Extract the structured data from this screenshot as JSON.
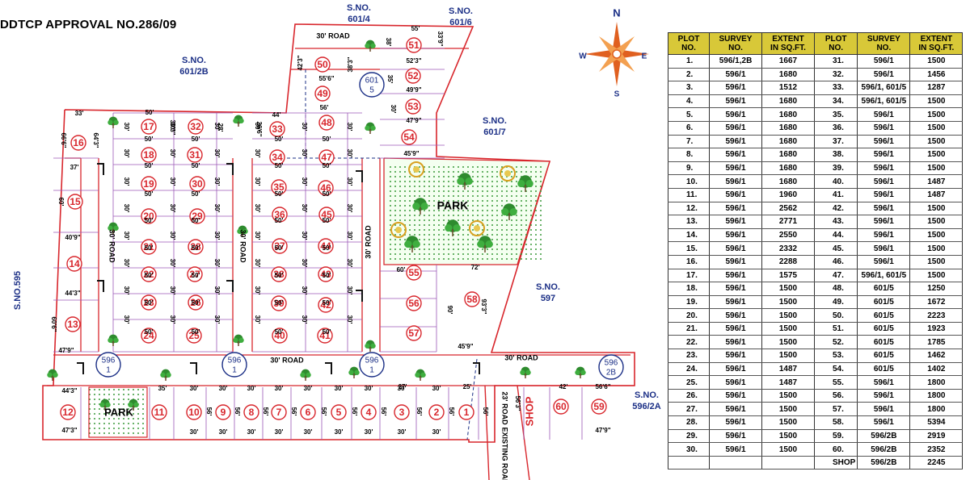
{
  "header": {
    "title": "DDTCP APPROVAL NO.286/09"
  },
  "compass": {
    "n": "N",
    "s": "S",
    "e": "E",
    "w": "W"
  },
  "survey_labels": [
    {
      "id": "s6014",
      "text": "S.NO.\n601/4"
    },
    {
      "id": "s6016",
      "text": "S.NO.\n601/6"
    },
    {
      "id": "s6012b",
      "text": "S.NO.\n601/2B"
    },
    {
      "id": "s6017",
      "text": "S.NO.\n601/7"
    },
    {
      "id": "s597",
      "text": "S.NO.\n597"
    },
    {
      "id": "s5962a",
      "text": "S.NO.\n596/2A"
    },
    {
      "id": "s595",
      "text": "S.NO.595"
    }
  ],
  "circle_tags": [
    {
      "id": "c6015",
      "text": "601\n5"
    },
    {
      "id": "c596a",
      "text": "596\n1"
    },
    {
      "id": "c596b",
      "text": "596\n1"
    },
    {
      "id": "c596c",
      "text": "596\n1"
    },
    {
      "id": "c5962b",
      "text": "596\n2B"
    }
  ],
  "roads": [
    {
      "id": "r1",
      "text": "30' ROAD"
    },
    {
      "id": "r2",
      "text": "30' ROAD"
    },
    {
      "id": "r3",
      "text": "30' ROAD"
    },
    {
      "id": "r4",
      "text": "30' ROAD"
    },
    {
      "id": "r5",
      "text": "30' ROAD"
    },
    {
      "id": "r6",
      "text": "30' ROAD"
    },
    {
      "id": "r7",
      "text": "23' ROAD"
    },
    {
      "id": "r8",
      "text": "EXISTING ROAD"
    }
  ],
  "park_labels": [
    "PARK",
    "PARK"
  ],
  "shop_label": "SHOP",
  "plots": [
    {
      "n": "1"
    },
    {
      "n": "2"
    },
    {
      "n": "3"
    },
    {
      "n": "4"
    },
    {
      "n": "5"
    },
    {
      "n": "6"
    },
    {
      "n": "7"
    },
    {
      "n": "8"
    },
    {
      "n": "9"
    },
    {
      "n": "10"
    },
    {
      "n": "11"
    },
    {
      "n": "12"
    },
    {
      "n": "13"
    },
    {
      "n": "14"
    },
    {
      "n": "15"
    },
    {
      "n": "16"
    },
    {
      "n": "17"
    },
    {
      "n": "18"
    },
    {
      "n": "19"
    },
    {
      "n": "20"
    },
    {
      "n": "21"
    },
    {
      "n": "22"
    },
    {
      "n": "23"
    },
    {
      "n": "24"
    },
    {
      "n": "25"
    },
    {
      "n": "26"
    },
    {
      "n": "27"
    },
    {
      "n": "28"
    },
    {
      "n": "29"
    },
    {
      "n": "30"
    },
    {
      "n": "31"
    },
    {
      "n": "32"
    },
    {
      "n": "33"
    },
    {
      "n": "34"
    },
    {
      "n": "35"
    },
    {
      "n": "36"
    },
    {
      "n": "37"
    },
    {
      "n": "38"
    },
    {
      "n": "39"
    },
    {
      "n": "40"
    },
    {
      "n": "41"
    },
    {
      "n": "42"
    },
    {
      "n": "43"
    },
    {
      "n": "44"
    },
    {
      "n": "45"
    },
    {
      "n": "46"
    },
    {
      "n": "47"
    },
    {
      "n": "48"
    },
    {
      "n": "49"
    },
    {
      "n": "50"
    },
    {
      "n": "51"
    },
    {
      "n": "52"
    },
    {
      "n": "53"
    },
    {
      "n": "54"
    },
    {
      "n": "55"
    },
    {
      "n": "56"
    },
    {
      "n": "57"
    },
    {
      "n": "58"
    },
    {
      "n": "59"
    },
    {
      "n": "60"
    }
  ],
  "dimensions": [
    "55'",
    "38'",
    "33'9\"",
    "42'3\"",
    "38'3\"",
    "52'3\"",
    "55'6\"",
    "35'",
    "49'9\"",
    "30'",
    "56'",
    "47'9\"",
    "45'9\"",
    "33'",
    "44'",
    "50'",
    "30'3\"",
    "28'",
    "26'6\"",
    "66'6\"",
    "64'3\"",
    "37'",
    "60'",
    "40'9\"",
    "44'3\"",
    "60'6\"",
    "47'9\"",
    "60'",
    "72'",
    "93'3\"",
    "90'",
    "45'9\"",
    "44'3\"",
    "47'3\"",
    "35'",
    "27'",
    "25'",
    "56'3\"",
    "42'",
    "56'6\"",
    "47'9\""
  ],
  "table": {
    "headers": [
      "PLOT\nNO.",
      "SURVEY\nNO.",
      "EXTENT\nIN SQ.FT.",
      "PLOT\nNO.",
      "SURVEY\nNO.",
      "EXTENT\nIN SQ.FT."
    ],
    "rows": [
      [
        "1.",
        "596/1,2B",
        "1667",
        "31.",
        "596/1",
        "1500"
      ],
      [
        "2.",
        "596/1",
        "1680",
        "32.",
        "596/1",
        "1456"
      ],
      [
        "3.",
        "596/1",
        "1512",
        "33.",
        "596/1, 601/5",
        "1287"
      ],
      [
        "4.",
        "596/1",
        "1680",
        "34.",
        "596/1, 601/5",
        "1500"
      ],
      [
        "5.",
        "596/1",
        "1680",
        "35.",
        "596/1",
        "1500"
      ],
      [
        "6.",
        "596/1",
        "1680",
        "36.",
        "596/1",
        "1500"
      ],
      [
        "7.",
        "596/1",
        "1680",
        "37.",
        "596/1",
        "1500"
      ],
      [
        "8.",
        "596/1",
        "1680",
        "38.",
        "596/1",
        "1500"
      ],
      [
        "9.",
        "596/1",
        "1680",
        "39.",
        "596/1",
        "1500"
      ],
      [
        "10.",
        "596/1",
        "1680",
        "40.",
        "596/1",
        "1487"
      ],
      [
        "11.",
        "596/1",
        "1960",
        "41.",
        "596/1",
        "1487"
      ],
      [
        "12.",
        "596/1",
        "2562",
        "42.",
        "596/1",
        "1500"
      ],
      [
        "13.",
        "596/1",
        "2771",
        "43.",
        "596/1",
        "1500"
      ],
      [
        "14.",
        "596/1",
        "2550",
        "44.",
        "596/1",
        "1500"
      ],
      [
        "15.",
        "596/1",
        "2332",
        "45.",
        "596/1",
        "1500"
      ],
      [
        "16.",
        "596/1",
        "2288",
        "46.",
        "596/1",
        "1500"
      ],
      [
        "17.",
        "596/1",
        "1575",
        "47.",
        "596/1, 601/5",
        "1500"
      ],
      [
        "18.",
        "596/1",
        "1500",
        "48.",
        "601/5",
        "1250"
      ],
      [
        "19.",
        "596/1",
        "1500",
        "49.",
        "601/5",
        "1672"
      ],
      [
        "20.",
        "596/1",
        "1500",
        "50.",
        "601/5",
        "2223"
      ],
      [
        "21.",
        "596/1",
        "1500",
        "51.",
        "601/5",
        "1923"
      ],
      [
        "22.",
        "596/1",
        "1500",
        "52.",
        "601/5",
        "1785"
      ],
      [
        "23.",
        "596/1",
        "1500",
        "53.",
        "601/5",
        "1462"
      ],
      [
        "24.",
        "596/1",
        "1487",
        "54.",
        "601/5",
        "1402"
      ],
      [
        "25.",
        "596/1",
        "1487",
        "55.",
        "596/1",
        "1800"
      ],
      [
        "26.",
        "596/1",
        "1500",
        "56.",
        "596/1",
        "1800"
      ],
      [
        "27.",
        "596/1",
        "1500",
        "57.",
        "596/1",
        "1800"
      ],
      [
        "28.",
        "596/1",
        "1500",
        "58.",
        "596/1",
        "5394"
      ],
      [
        "29.",
        "596/1",
        "1500",
        "59.",
        "596/2B",
        "2919"
      ],
      [
        "30.",
        "596/1",
        "1500",
        "60.",
        "596/2B",
        "2352"
      ],
      [
        "",
        "",
        "",
        "SHOP",
        "596/2B",
        "2245"
      ]
    ]
  },
  "colors": {
    "boundary": "#d8262c",
    "plot_text": "#d8262c",
    "internal": "#9b59b6",
    "survey_text": "#1b2f86",
    "header_fill": "#d8c838",
    "tree": "#2e8b2e"
  }
}
